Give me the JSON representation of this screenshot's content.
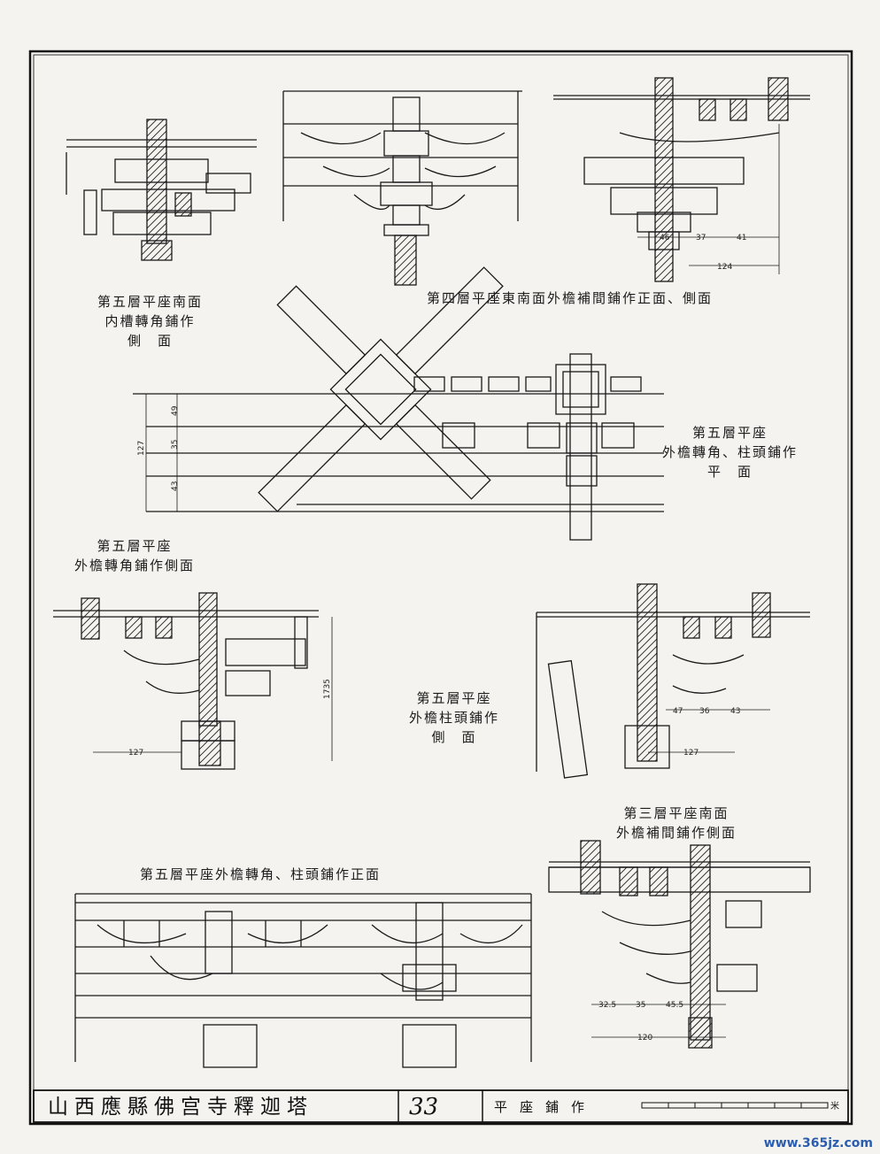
{
  "labels": {
    "d1": "第五層平座南面\n内槽轉角鋪作\n側　面",
    "d2": "第四層平座東南面外檐補間鋪作正面、側面",
    "d3": "第五層平座\n外檐轉角、柱頭鋪作\n平　面",
    "d4": "第五層平座\n外檐轉角鋪作側面",
    "d5": "第五層平座\n外檐柱頭鋪作\n側　面",
    "d6": "第三層平座南面\n外檐補間鋪作側面",
    "d7": "第五層平座外檐轉角、柱頭鋪作正面"
  },
  "dimensions": {
    "d2_top": [
      "46",
      "37",
      "41"
    ],
    "d2_bottom": "124",
    "d3_vertical": [
      "49",
      "35",
      "43"
    ],
    "d3_total": "127",
    "d4_height": "1735",
    "d4_width": "127",
    "d5_top": [
      "47",
      "36",
      "43"
    ],
    "d5_bottom": "127",
    "d6_top": [
      "32.5",
      "35",
      "45.5"
    ],
    "d6_bottom": "120"
  },
  "title_block": {
    "title": "山西應縣佛宫寺釋迦塔",
    "sheet_no": "33",
    "subject": "平座鋪作",
    "scale_unit": "米"
  },
  "watermark": "www.365jz.com"
}
